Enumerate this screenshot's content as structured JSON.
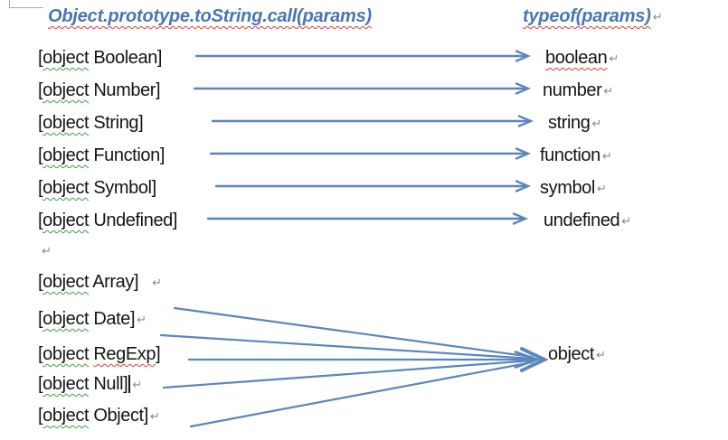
{
  "colors": {
    "page_bg": "#ffffff",
    "header_blue": "#4876b4",
    "arrow_blue": "#5b86bb",
    "squiggle_red": "#e03c31",
    "squiggle_green": "#3f9b45",
    "text_black": "#141414",
    "mark_gray": "#8a8a8a",
    "frame_gray": "#ababab"
  },
  "headers": {
    "left": "Object.prototype.toString.call(params)",
    "right": "typeof(params)",
    "right_mark": "↵"
  },
  "empty_line_mark": "↵",
  "group1": {
    "rows": [
      {
        "p1": "[",
        "p2": "object",
        "p3": " Boolean]",
        "result": "boolean",
        "mark": "↵"
      },
      {
        "p1": "[",
        "p2": "object",
        "p3": " Number]",
        "result": "number",
        "mark": "↵"
      },
      {
        "p1": "[",
        "p2": "object",
        "p3": " String]",
        "result": "string",
        "mark": "↵"
      },
      {
        "p1": "[",
        "p2": "object",
        "p3": " Function]",
        "result": "function",
        "mark": "↵"
      },
      {
        "p1": "[",
        "p2": "object",
        "p3": " Symbol]",
        "result": "symbol",
        "mark": "↵"
      },
      {
        "p1": "[",
        "p2": "object",
        "p3": " Undefined]",
        "result": "undefined",
        "mark": "↵"
      }
    ]
  },
  "group2": {
    "rows": [
      {
        "p1": "[",
        "p2": "object",
        "p3": " Array]",
        "mark": "↵"
      },
      {
        "p1": "[",
        "p2": "object",
        "p3": " Date]",
        "mark": "↵"
      },
      {
        "p1": "[",
        "p2": "object",
        "p3": " ",
        "p4": "RegExp",
        "p5": "]"
      },
      {
        "p1": "[",
        "p2": "object",
        "p3": " Null]",
        "mark": "↵"
      },
      {
        "p1": "[",
        "p2": "object",
        "p3": " Object]",
        "mark": "↵"
      }
    ],
    "result": "object",
    "result_mark": "↵"
  }
}
